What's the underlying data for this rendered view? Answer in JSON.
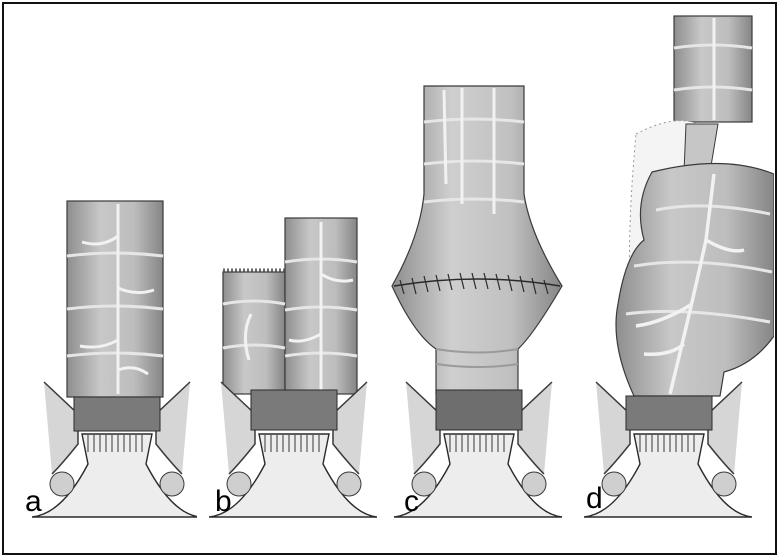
{
  "figure": {
    "panels": [
      {
        "label": "a"
      },
      {
        "label": "b"
      },
      {
        "label": "c"
      },
      {
        "label": "d"
      }
    ]
  },
  "colors": {
    "bowel": "#b9b9b9",
    "bowel_dark": "#8c8c8c",
    "vessel": "#f2f2f2",
    "outline": "#3a3a3a",
    "anal_canal": "#ededed"
  }
}
